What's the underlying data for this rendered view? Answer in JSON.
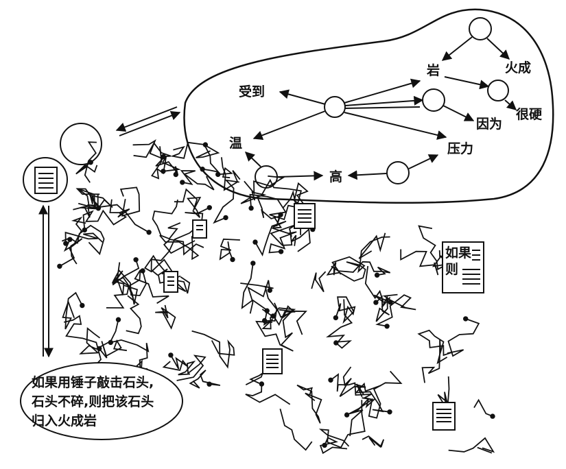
{
  "diagram": {
    "nodes": {
      "yan": "岩",
      "huocheng": "火成",
      "shoudao": "受到",
      "henying": "很硬",
      "yinwei": "因为",
      "wen": "温",
      "yali": "压力",
      "gao": "高"
    },
    "rule_card": {
      "if_label": "如果",
      "then_label": "则"
    },
    "speech_bubble": {
      "line1": "如果用锤子敲击石头,",
      "line2": "石头不碎,则把该石头",
      "line3": "归入火成岩"
    }
  }
}
